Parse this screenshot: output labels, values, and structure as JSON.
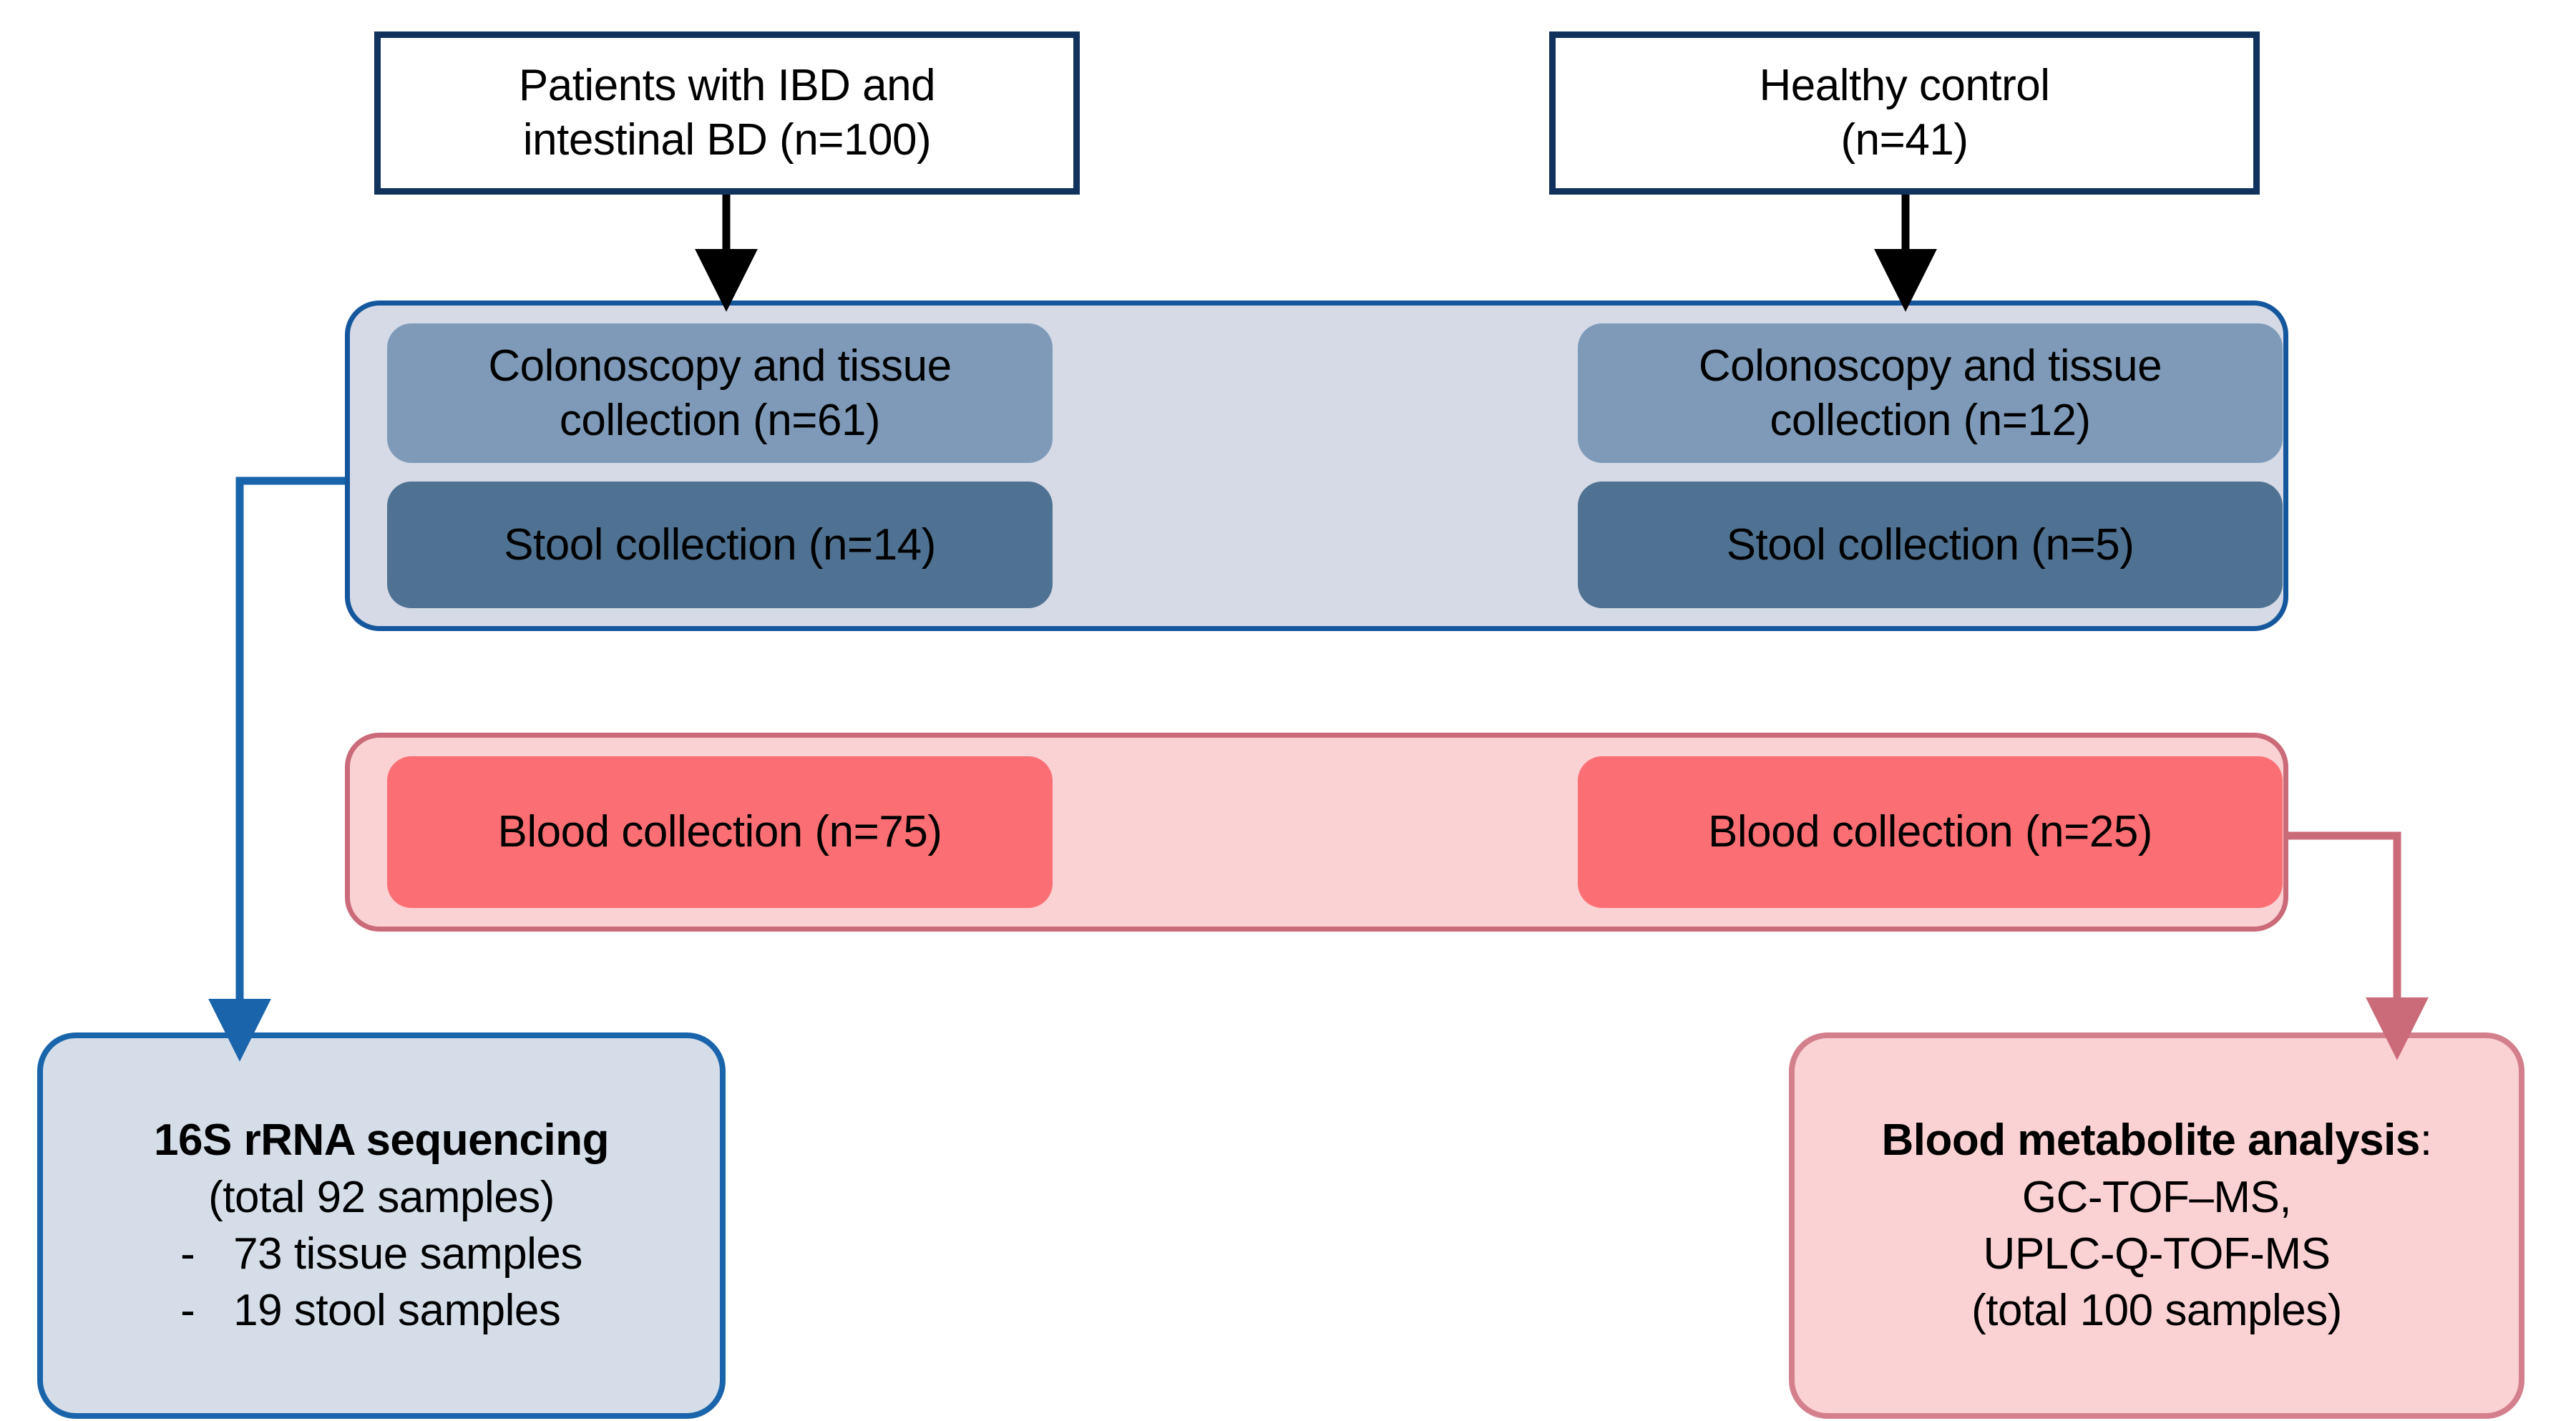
{
  "sources": [
    {
      "id": "patients",
      "line1": "Patients with IBD and",
      "line2": "intestinal BD (n=100)"
    },
    {
      "id": "control",
      "line1": "Healthy control",
      "line2": "(n=41)"
    }
  ],
  "groups": {
    "specimen": {
      "name": "specimen-collection-group",
      "cells": [
        {
          "id": "colonoscopy-left",
          "line1": "Colonoscopy and tissue",
          "line2": "collection (n=61)"
        },
        {
          "id": "colonoscopy-right",
          "line1": "Colonoscopy and tissue",
          "line2": "collection (n=12)"
        },
        {
          "id": "stool-left",
          "label": "Stool collection (n=14)"
        },
        {
          "id": "stool-right",
          "label": "Stool collection (n=5)"
        }
      ]
    },
    "blood": {
      "name": "blood-collection-group",
      "cells": [
        {
          "id": "blood-left",
          "label": "Blood collection (n=75)"
        },
        {
          "id": "blood-right",
          "label": "Blood collection (n=25)"
        }
      ]
    }
  },
  "results": {
    "sequencing": {
      "title": "16S rRNA sequencing",
      "subtitle": "(total 92 samples)",
      "items": [
        {
          "dash": "-",
          "text": "73 tissue samples"
        },
        {
          "dash": "-",
          "text": "19 stool samples"
        }
      ]
    },
    "metabolite": {
      "title": "Blood metabolite analysis",
      "title_suffix": ":",
      "lines": [
        "GC-TOF–MS,",
        "UPLC-Q-TOF-MS",
        "(total 100 samples)"
      ]
    }
  },
  "connectors": [
    {
      "id": "patients-to-specimen",
      "color": "#000000"
    },
    {
      "id": "control-to-specimen",
      "color": "#000000"
    },
    {
      "id": "specimen-to-sequencing",
      "color": "#1964ab"
    },
    {
      "id": "blood-to-metabolite",
      "color": "#cb6a78"
    }
  ],
  "colors": {
    "navy_border": "#10325c",
    "group_blue_fill": "#d5dae6",
    "group_blue_border": "#14579d",
    "cell_mid_blue": "#7e9ab8",
    "cell_dark_blue": "#4f7292",
    "group_pink_fill": "#fbd2d4",
    "group_pink_border": "#cb6a78",
    "cell_red": "#fb6f74",
    "result_blue_fill": "#d5dde8",
    "result_blue_border": "#1964ab",
    "result_pink_border": "#d4808c"
  }
}
